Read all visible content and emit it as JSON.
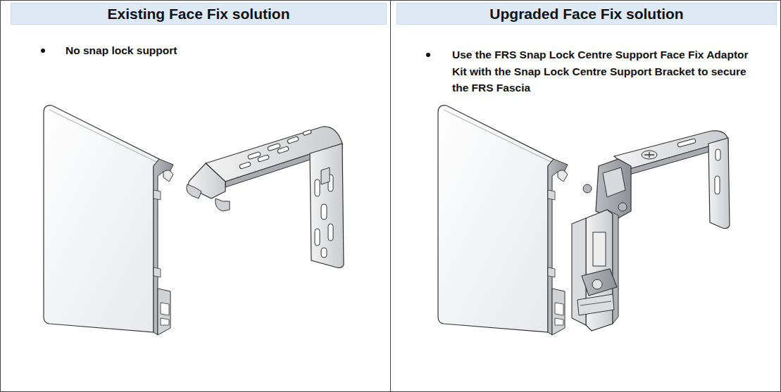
{
  "diagram": {
    "nodes": [
      {
        "text": [
          "Existing Face Fix solution",
          "No snap lock support"
        ]
      },
      {
        "text": [
          "Upgraded Face Fix solution",
          "Use the FRS Snap Lock Centre Support Face Fix Adaptor Kit with the Snap Lock Centre Support Bracket to secure the FRS Fascia"
        ]
      }
    ]
  }
}
